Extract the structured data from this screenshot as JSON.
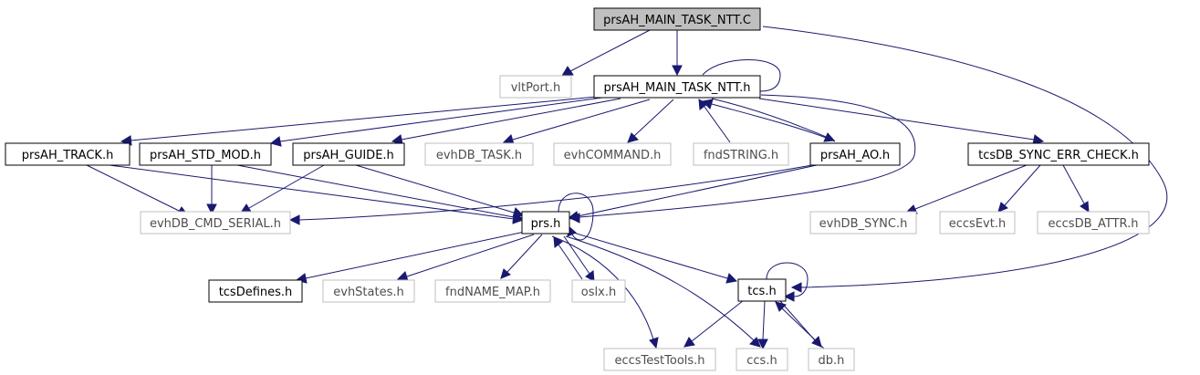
{
  "colors": {
    "edge": "#191970",
    "node_border": "#000000",
    "node_border_external": "#bfbfbf",
    "node_fill": "#ffffff",
    "root_fill": "#bfbfbf",
    "text": "#000000",
    "text_external": "#4d4d4d"
  },
  "nodes": {
    "root": {
      "label": "prsAH_MAIN_TASK_NTT.C",
      "type": "root"
    },
    "vltPort": {
      "label": "vltPort.h",
      "type": "external"
    },
    "mainh": {
      "label": "prsAH_MAIN_TASK_NTT.h",
      "type": "file"
    },
    "track": {
      "label": "prsAH_TRACK.h",
      "type": "file"
    },
    "stdmod": {
      "label": "prsAH_STD_MOD.h",
      "type": "file"
    },
    "guide": {
      "label": "prsAH_GUIDE.h",
      "type": "file"
    },
    "evhDBTask": {
      "label": "evhDB_TASK.h",
      "type": "external"
    },
    "evhCommand": {
      "label": "evhCOMMAND.h",
      "type": "external"
    },
    "fndString": {
      "label": "fndSTRING.h",
      "type": "external"
    },
    "ao": {
      "label": "prsAH_AO.h",
      "type": "file"
    },
    "tcsdbsync": {
      "label": "tcsDB_SYNC_ERR_CHECK.h",
      "type": "file"
    },
    "evhdbcmd": {
      "label": "evhDB_CMD_SERIAL.h",
      "type": "external"
    },
    "prs": {
      "label": "prs.h",
      "type": "file"
    },
    "evhdbsync": {
      "label": "evhDB_SYNC.h",
      "type": "external"
    },
    "eccsEvt": {
      "label": "eccsEvt.h",
      "type": "external"
    },
    "eccsdbattr": {
      "label": "eccsDB_ATTR.h",
      "type": "external"
    },
    "tcsDefines": {
      "label": "tcsDefines.h",
      "type": "file"
    },
    "evhStates": {
      "label": "evhStates.h",
      "type": "external"
    },
    "fndNameMap": {
      "label": "fndNAME_MAP.h",
      "type": "external"
    },
    "oslx": {
      "label": "oslx.h",
      "type": "external"
    },
    "tcs": {
      "label": "tcs.h",
      "type": "file"
    },
    "eccsTestTools": {
      "label": "eccsTestTools.h",
      "type": "external"
    },
    "ccs": {
      "label": "ccs.h",
      "type": "external"
    },
    "db": {
      "label": "db.h",
      "type": "external"
    }
  },
  "edges": [
    {
      "from": "root",
      "to": "vltPort"
    },
    {
      "from": "root",
      "to": "mainh"
    },
    {
      "from": "root",
      "to": "tcs"
    },
    {
      "from": "mainh",
      "to": "mainh"
    },
    {
      "from": "mainh",
      "to": "track"
    },
    {
      "from": "mainh",
      "to": "stdmod"
    },
    {
      "from": "mainh",
      "to": "guide"
    },
    {
      "from": "mainh",
      "to": "evhDBTask"
    },
    {
      "from": "mainh",
      "to": "evhCommand"
    },
    {
      "from": "mainh",
      "to": "fndString"
    },
    {
      "from": "mainh",
      "to": "ao"
    },
    {
      "from": "mainh",
      "to": "tcsdbsync"
    },
    {
      "from": "mainh",
      "to": "prs"
    },
    {
      "from": "track",
      "to": "evhdbcmd"
    },
    {
      "from": "track",
      "to": "prs"
    },
    {
      "from": "stdmod",
      "to": "evhdbcmd"
    },
    {
      "from": "stdmod",
      "to": "prs"
    },
    {
      "from": "guide",
      "to": "evhdbcmd"
    },
    {
      "from": "guide",
      "to": "prs"
    },
    {
      "from": "ao",
      "to": "mainh"
    },
    {
      "from": "ao",
      "to": "evhdbcmd"
    },
    {
      "from": "ao",
      "to": "prs"
    },
    {
      "from": "fndString",
      "to": "mainh"
    },
    {
      "from": "tcsdbsync",
      "to": "evhdbsync"
    },
    {
      "from": "tcsdbsync",
      "to": "eccsEvt"
    },
    {
      "from": "tcsdbsync",
      "to": "eccsdbattr"
    },
    {
      "from": "prs",
      "to": "prs"
    },
    {
      "from": "prs",
      "to": "tcsDefines"
    },
    {
      "from": "prs",
      "to": "evhStates"
    },
    {
      "from": "prs",
      "to": "fndNameMap"
    },
    {
      "from": "prs",
      "to": "oslx"
    },
    {
      "from": "prs",
      "to": "tcs"
    },
    {
      "from": "prs",
      "to": "eccsTestTools"
    },
    {
      "from": "prs",
      "to": "ccs"
    },
    {
      "from": "oslx",
      "to": "prs"
    },
    {
      "from": "tcs",
      "to": "tcs"
    },
    {
      "from": "tcs",
      "to": "eccsTestTools"
    },
    {
      "from": "tcs",
      "to": "ccs"
    },
    {
      "from": "tcs",
      "to": "db"
    },
    {
      "from": "db",
      "to": "tcs"
    }
  ]
}
